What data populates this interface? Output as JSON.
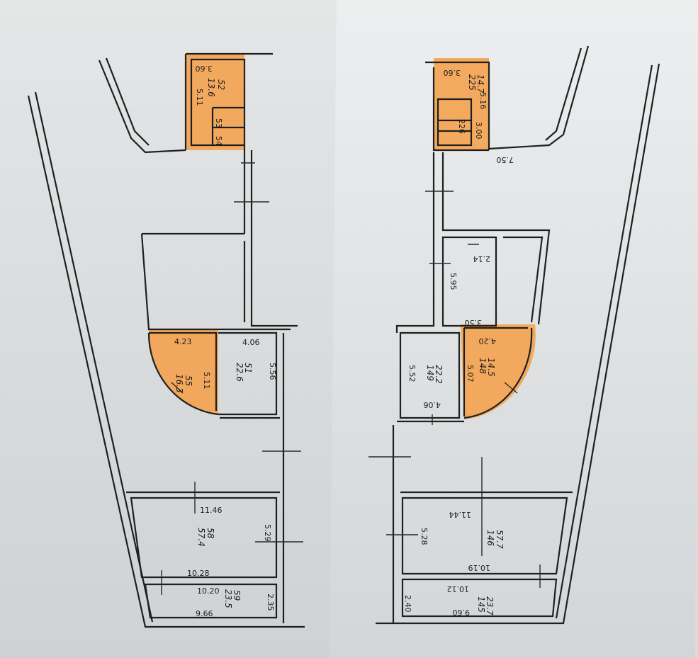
{
  "colors": {
    "highlight": "#f5a04a",
    "wall": "#1f1f1f",
    "paper": "#e4e6e7"
  },
  "left_plan": {
    "rooms": [
      {
        "id": "52",
        "area": "13.6",
        "dims": [
          "3.60",
          "5.11"
        ],
        "highlighted": true
      },
      {
        "id": "53",
        "area": "",
        "dims": [],
        "highlighted": false
      },
      {
        "id": "54",
        "area": "",
        "dims": [],
        "highlighted": false
      },
      {
        "id": "55",
        "area": "16.3",
        "dims": [
          "4.23",
          "5.11"
        ],
        "highlighted": true
      },
      {
        "id": "51",
        "area": "22.6",
        "dims": [
          "4.06",
          "5.56"
        ],
        "highlighted": false
      },
      {
        "id": "58",
        "area": "57.4",
        "dims": [
          "11.46",
          "5.29",
          "10.28"
        ],
        "highlighted": false
      },
      {
        "id": "59",
        "area": "23.5",
        "dims": [
          "10.20",
          "2.35",
          "9.66"
        ],
        "highlighted": false
      }
    ]
  },
  "right_plan": {
    "rooms": [
      {
        "id": "225",
        "area": "14.7",
        "dims": [
          "3.60",
          "5.16"
        ],
        "highlighted": true
      },
      {
        "id": "226",
        "area": "",
        "dims": [
          "3.00",
          "7.50"
        ],
        "highlighted": true
      },
      {
        "id": "",
        "area": "",
        "dims": [
          "2.14",
          "5.95",
          "3.50"
        ],
        "highlighted": false
      },
      {
        "id": "148",
        "area": "14.5",
        "dims": [
          "4.20",
          "5.07"
        ],
        "highlighted": true
      },
      {
        "id": "149",
        "area": "22.2",
        "dims": [
          "5.52",
          "4.06"
        ],
        "highlighted": false
      },
      {
        "id": "146",
        "area": "57.7",
        "dims": [
          "11.44",
          "5.28",
          "10.19"
        ],
        "highlighted": false
      },
      {
        "id": "145",
        "area": "23.7",
        "dims": [
          "10.12",
          "2.40",
          "9.60"
        ],
        "highlighted": false
      }
    ]
  }
}
